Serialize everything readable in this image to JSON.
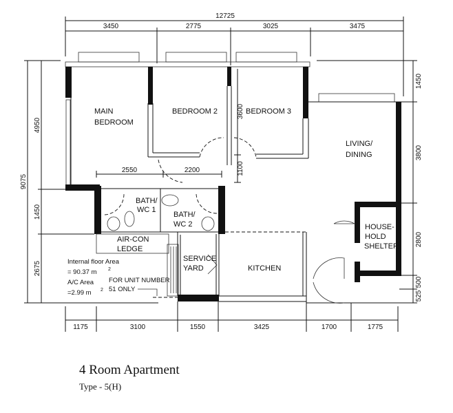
{
  "title": "4 Room Apartment",
  "subtitle": "Type - 5(H)",
  "dimensions": {
    "top_total": "12725",
    "top": [
      "3450",
      "2775",
      "3025",
      "3475"
    ],
    "bottom": [
      "1175",
      "3100",
      "1550",
      "3425",
      "1700",
      "1775"
    ],
    "left_total": "9075",
    "left": [
      "4950",
      "1450",
      "2675"
    ],
    "right": [
      "1450",
      "3800",
      "2800",
      "500",
      "525"
    ],
    "inner_vertical": [
      "3600",
      "1100"
    ],
    "inner_horizontal": [
      "2550",
      "2200"
    ]
  },
  "rooms": {
    "main_bedroom": [
      "MAIN",
      "BEDROOM"
    ],
    "bedroom2": "BEDROOM 2",
    "bedroom3": "BEDROOM 3",
    "living": [
      "LIVING/",
      "DINING"
    ],
    "bath1": [
      "BATH/",
      "WC 1"
    ],
    "bath2": [
      "BATH/",
      "WC 2"
    ],
    "aircon": [
      "AIR-CON",
      "LEDGE"
    ],
    "service": [
      "SERVICE",
      "YARD"
    ],
    "kitchen": "KITCHEN",
    "shelter": [
      "HOUSE-",
      "HOLD",
      "SHELTER"
    ]
  },
  "notes": {
    "floor_area": [
      "Internal floor Area",
      "= 90.37  m",
      "2"
    ],
    "ac_area": [
      "A/C Area",
      "=2.99  m",
      "2"
    ],
    "unit": [
      "FOR UNIT NUMBER",
      "51 ONLY"
    ]
  }
}
